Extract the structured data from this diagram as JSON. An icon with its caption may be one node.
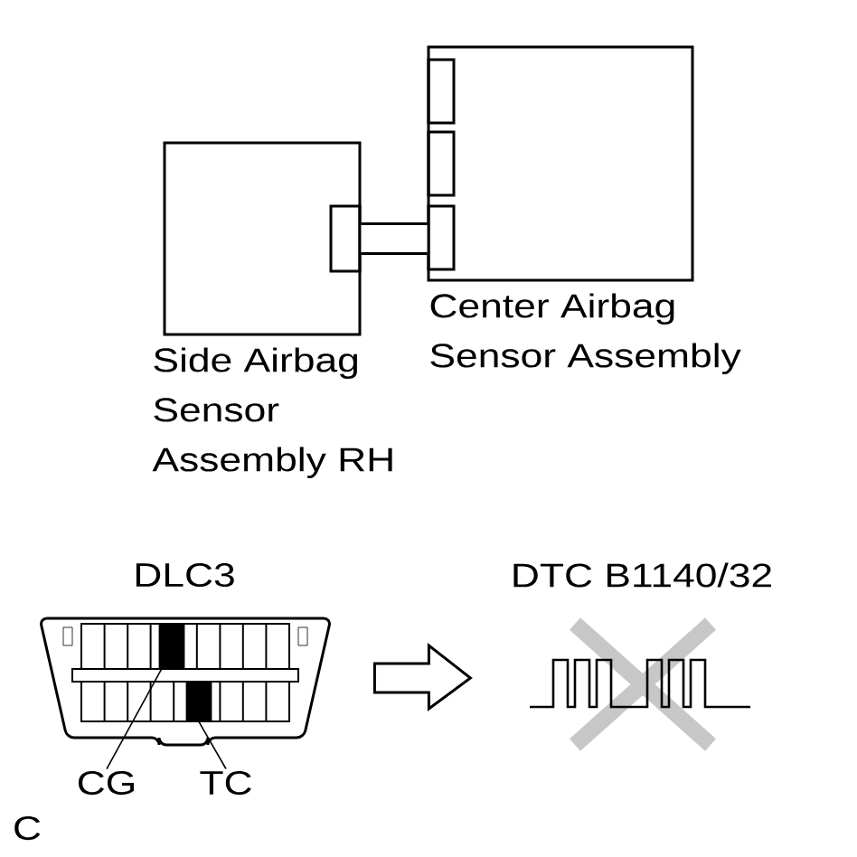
{
  "diagram": {
    "nodes": [
      {
        "text": [
          "Side Airbag Sensor Assembly RH"
        ]
      },
      {
        "text": [
          "Center Airbag Sensor Assembly"
        ]
      },
      {
        "text": [
          "DLC3"
        ]
      },
      {
        "text": [
          "CG"
        ]
      },
      {
        "text": [
          "TC"
        ]
      },
      {
        "text": [],
        "shape": "box",
        "in": 2
      },
      {
        "text": [],
        "shape": "box",
        "in": 2
      },
      {
        "text": [
          "DTC B1140/32"
        ]
      }
    ],
    "edges": [
      {
        "from": 0,
        "to": 1,
        "arrow": "none",
        "style": "thick"
      },
      {
        "from": 3,
        "to": 5,
        "arrow": "none"
      },
      {
        "from": 4,
        "to": 6,
        "arrow": "none"
      },
      {
        "from": 2,
        "to": 7,
        "arrow": "to"
      }
    ],
    "labels": [
      "C"
    ]
  }
}
